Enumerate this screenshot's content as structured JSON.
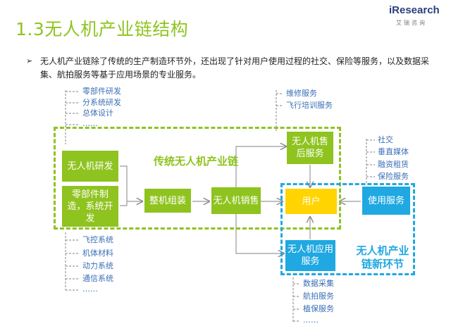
{
  "page": {
    "title": "1.3无人机产业链结构",
    "logo_main": "iResearch",
    "logo_sub": "艾瑞咨询",
    "bullet_marker": "➢",
    "bullet_text": "无人机产业链除了传统的生产制造环节外，还出现了针对用户使用过程的社交、保险等服务，以及数据采集、航拍服务等基于应用场景的专业服务。"
  },
  "diagram": {
    "traditional_chain_label": "传统无人机产业链",
    "new_chain_label_line1": "无人机产业",
    "new_chain_label_line2": "链新环节",
    "nodes": {
      "rnd": "无人机研发",
      "parts": "零部件制造，系统开发",
      "assembly": "整机组装",
      "sales": "无人机销售",
      "after_sales": "无人机售后服务",
      "user": "用户",
      "usage_service": "使用服务",
      "app_service": "无人机应用服务"
    },
    "rnd_items": [
      "零部件研发",
      "分系统研发",
      "总体设计",
      "……"
    ],
    "parts_items": [
      "飞控系统",
      "机体材料",
      "动力系统",
      "通信系统",
      "……"
    ],
    "after_sales_items": [
      "维修服务",
      "飞行培训服务"
    ],
    "usage_items": [
      "社交",
      "垂直媒体",
      "融资租赁",
      "保险服务"
    ],
    "app_items": [
      "数据采集",
      "航拍服务",
      "植保服务",
      "……"
    ]
  },
  "colors": {
    "title": "#8fc41f",
    "green": "#8fc31f",
    "blue": "#1fa8e1",
    "yellow": "#ffd400",
    "list_text": "#3b6fb6"
  }
}
